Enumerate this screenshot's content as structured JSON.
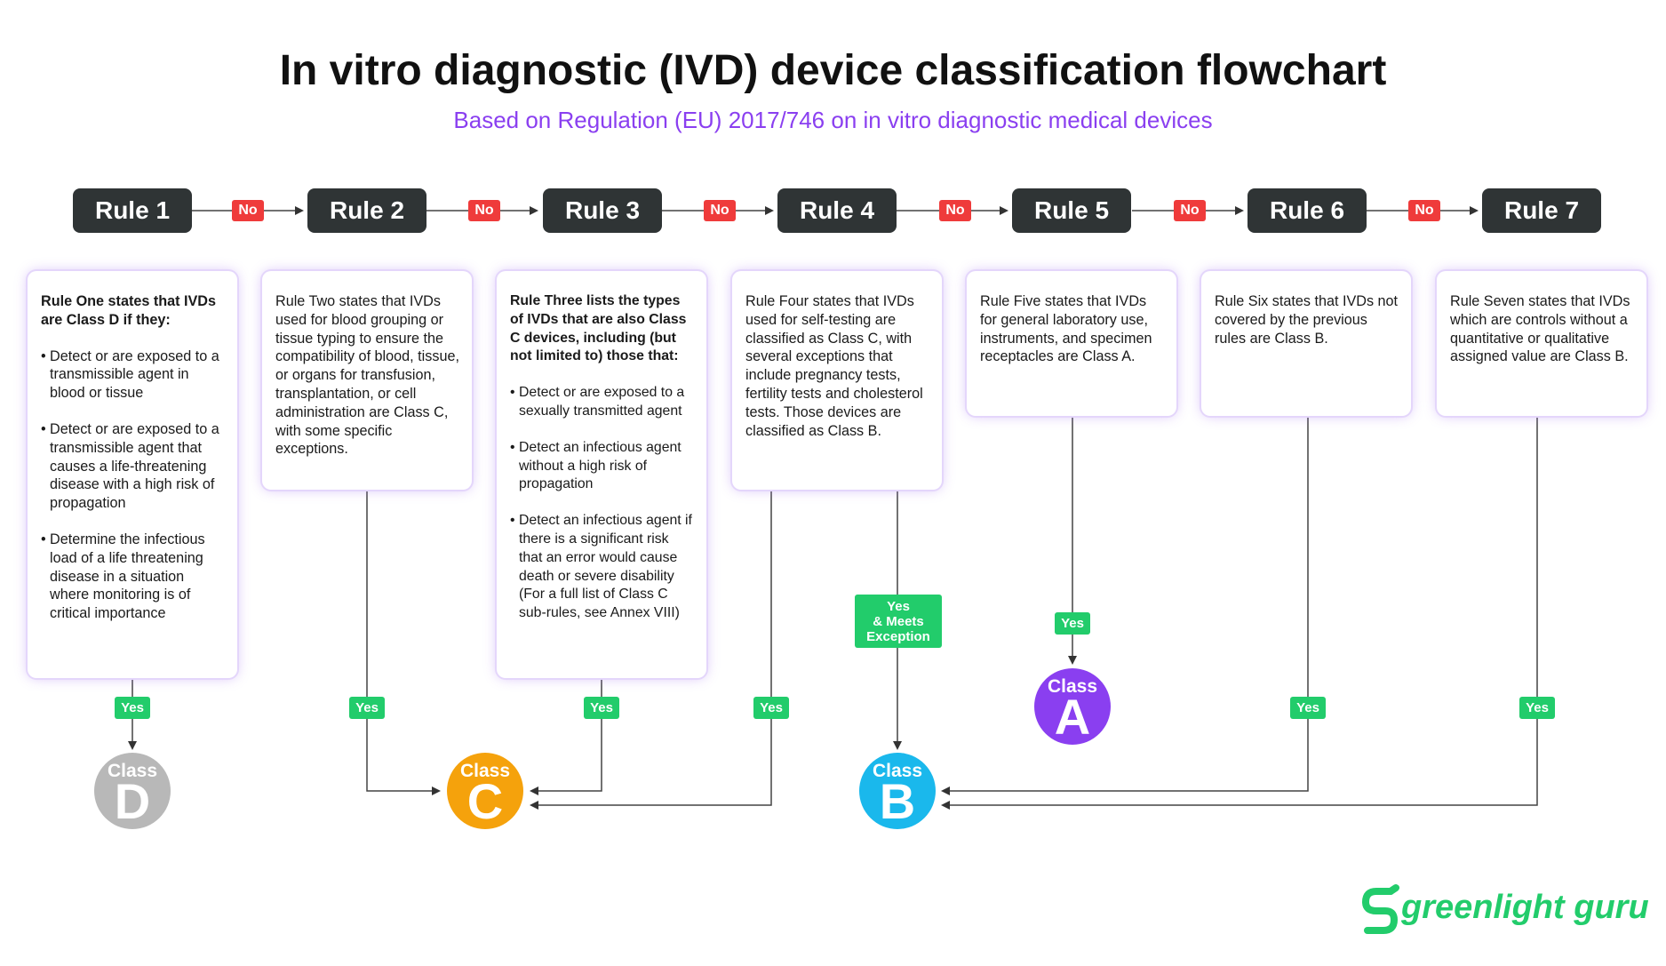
{
  "title": "In vitro diagnostic (IVD) device classification flowchart",
  "subtitle": "Based on Regulation (EU) 2017/746 on in vitro diagnostic medical devices",
  "rules": [
    {
      "label": "Rule 1"
    },
    {
      "label": "Rule 2"
    },
    {
      "label": "Rule 3"
    },
    {
      "label": "Rule 4"
    },
    {
      "label": "Rule 5"
    },
    {
      "label": "Rule 6"
    },
    {
      "label": "Rule 7"
    }
  ],
  "no_label": "No",
  "yes_label": "Yes",
  "yes_exception_label": "Yes\n& Meets\nException",
  "cards": {
    "rule1": {
      "lead": "Rule One states that IVDs are Class D if they:",
      "bullets": [
        "Detect or are exposed to a transmissible agent in blood or tissue",
        "Detect or are exposed to a transmissible agent that causes a life-threatening disease with a high risk of propagation",
        "Determine the infectious load of a life threatening disease in a situation where monitoring is of critical importance"
      ]
    },
    "rule2": {
      "text": "Rule Two states that IVDs used for blood grouping or tissue typing to ensure the compatibility of blood, tissue, or organs for transfusion, transplantation, or cell administration are Class C, with some specific exceptions."
    },
    "rule3": {
      "lead": "Rule Three lists the types of IVDs that are also Class C devices, including (but not limited to) those that:",
      "bullets": [
        "Detect or are exposed to a sexually transmitted agent",
        "Detect an infectious agent without a high risk of propagation",
        "Detect an infectious agent if there is a significant risk that an error would cause death or severe disability (For a full list of Class C sub-rules, see Annex VIII)"
      ]
    },
    "rule4": {
      "text": "Rule Four states that IVDs used for self-testing are classified as Class C, with several exceptions that include pregnancy tests, fertility tests and cholesterol tests. Those devices are classified as Class B."
    },
    "rule5": {
      "text": "Rule Five states that IVDs for general laboratory use, instruments, and specimen receptacles are Class A."
    },
    "rule6": {
      "text": "Rule Six states that IVDs not covered by the previous rules are Class B."
    },
    "rule7": {
      "text": "Rule Seven states that IVDs which are controls without a quantitative or qualitative assigned value are Class B."
    }
  },
  "classes": {
    "word": "Class",
    "D": {
      "letter": "D",
      "color": "#b8b8b8"
    },
    "C": {
      "letter": "C",
      "color": "#f5a20c"
    },
    "B": {
      "letter": "B",
      "color": "#1ab8ec"
    },
    "A": {
      "letter": "A",
      "color": "#8a3ff0"
    }
  },
  "brand": {
    "name": "greenlight guru",
    "color": "#22cc6b"
  }
}
